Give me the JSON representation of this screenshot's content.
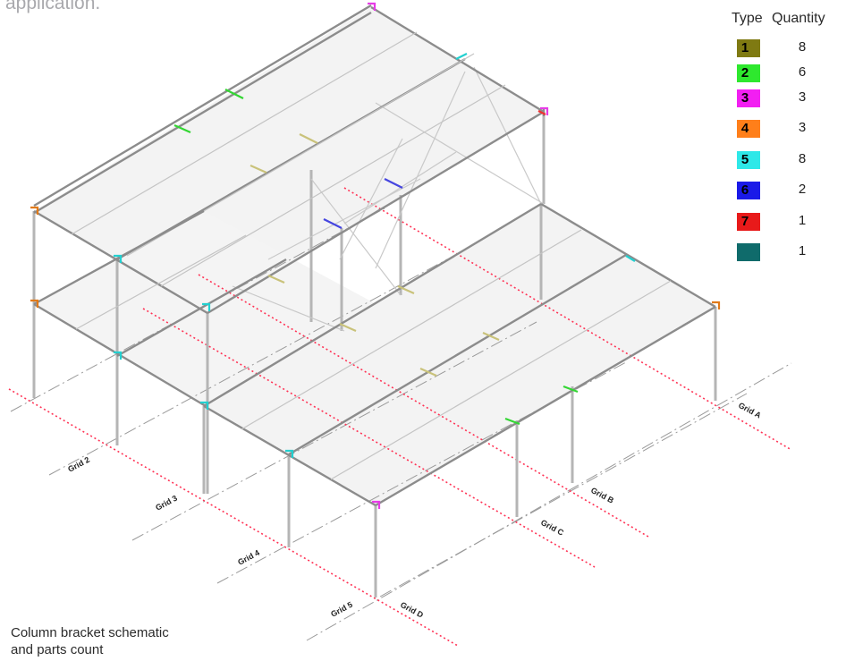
{
  "top_text_fragment": "application.",
  "legend": {
    "header_type": "Type",
    "header_quantity": "Quantity",
    "rows": [
      {
        "type": "1",
        "quantity": "8",
        "color": "#7f7a12"
      },
      {
        "type": "2",
        "quantity": "6",
        "color": "#2ee82e"
      },
      {
        "type": "3",
        "quantity": "3",
        "color": "#f21ff2"
      },
      {
        "type": "4",
        "quantity": "3",
        "color": "#ff7f1a"
      },
      {
        "type": "5",
        "quantity": "8",
        "color": "#2ee8e8"
      },
      {
        "type": "6",
        "quantity": "2",
        "color": "#1a1ae8"
      },
      {
        "type": "7",
        "quantity": "1",
        "color": "#e81a1a"
      },
      {
        "type": "",
        "quantity": "1",
        "color": "#0f6b6b"
      }
    ]
  },
  "grid_labels": {
    "grid_a": "Grid A",
    "grid_b": "Grid B",
    "grid_c": "Grid C",
    "grid_d": "Grid D",
    "grid_2": "Grid 2",
    "grid_3": "Grid 3",
    "grid_4": "Grid 4",
    "grid_5": "Grid 5"
  },
  "caption": {
    "line1": "Column bracket schematic",
    "line2": "and parts count"
  }
}
